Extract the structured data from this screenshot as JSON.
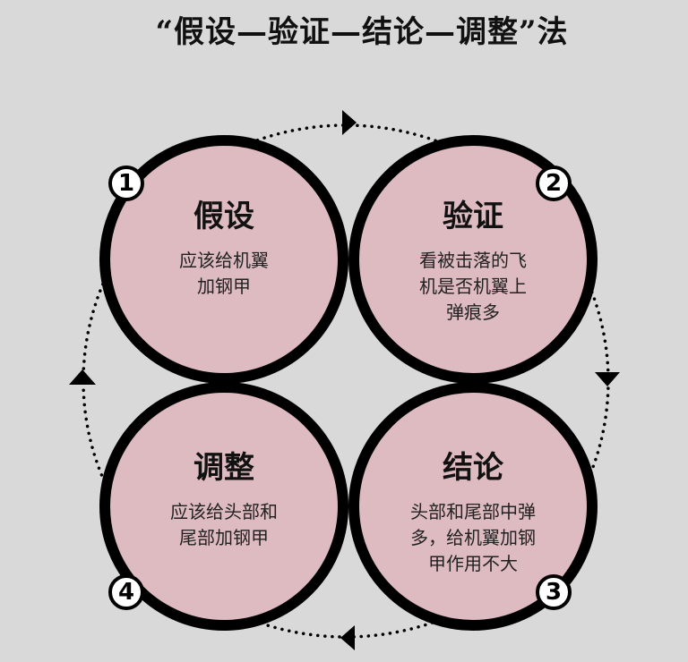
{
  "title": "“假设—验证—结论—调整”法",
  "colors": {
    "background": "#d9d9d9",
    "circle_fill": "#ddbbc0",
    "circle_border": "#000000",
    "badge_fill": "#ffffff"
  },
  "steps": [
    {
      "number": "1",
      "heading": "假设",
      "lines": [
        "应该给机翼",
        "加钢甲"
      ]
    },
    {
      "number": "2",
      "heading": "验证",
      "lines": [
        "看被击落的飞",
        "机是否机翼上",
        "弹痕多"
      ]
    },
    {
      "number": "3",
      "heading": "结论",
      "lines": [
        "头部和尾部中弹",
        "多，给机翼加钢",
        "甲作用不大"
      ]
    },
    {
      "number": "4",
      "heading": "调整",
      "lines": [
        "应该给头部和",
        "尾部加钢甲"
      ]
    }
  ],
  "cycle_arrows": [
    "arrow-right-icon",
    "arrow-down-icon",
    "arrow-left-icon",
    "arrow-up-icon"
  ]
}
